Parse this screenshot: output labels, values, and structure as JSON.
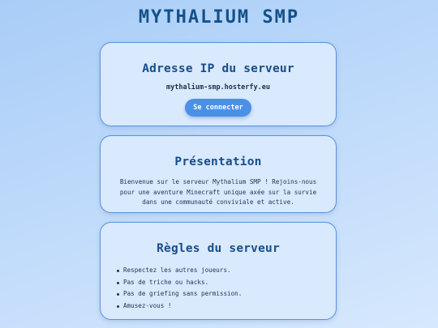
{
  "header": {
    "title": "MYTHALIUM SMP"
  },
  "server_ip": {
    "heading": "Adresse IP du serveur",
    "address": "mythalium-smp.hosterfy.eu",
    "connect_label": "Se connecter"
  },
  "presentation": {
    "heading": "Présentation",
    "text": "Bienvenue sur le serveur Mythalium SMP ! Rejoins-nous pour une aventure Minecraft unique axée sur la survie dans une communauté conviviale et active."
  },
  "rules": {
    "heading": "Règles du serveur",
    "items": [
      "Respectez les autres joueurs.",
      "Pas de triche ou hacks.",
      "Pas de griefing sans permission.",
      "Amusez-vous !"
    ]
  },
  "colors": {
    "accent": "#4a90e6",
    "title": "#135089",
    "card_background": "#d9e9fe",
    "card_border": "#5a92d8"
  }
}
